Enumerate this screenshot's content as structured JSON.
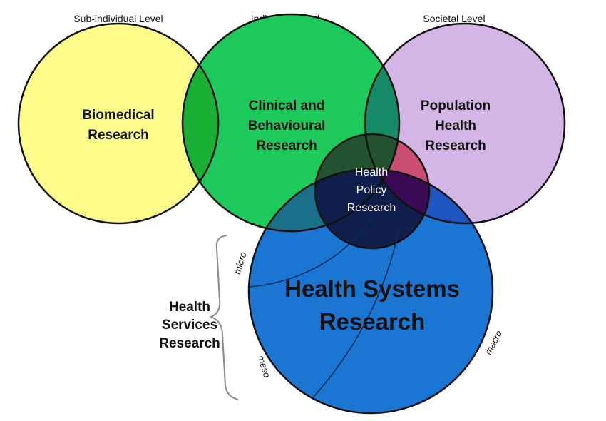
{
  "levels": {
    "sub_individual": "Sub-individual Level",
    "individual": "Individual Level",
    "societal": "Societal Level"
  },
  "circles": {
    "biomedical": {
      "line1": "Biomedical",
      "line2": "Research",
      "color": "#fdfb8a"
    },
    "clinical": {
      "line1": "Clinical and",
      "line2": "Behavioural",
      "line3": "Research",
      "color": "#1ec95c"
    },
    "population": {
      "line1": "Population",
      "line2": "Health",
      "line3": "Research",
      "color": "#d4b6e6"
    },
    "health_systems": {
      "line1": "Health Systems",
      "line2": "Research",
      "color": "#1a76d2"
    },
    "health_policy": {
      "line1": "Health",
      "line2": "Policy",
      "line3": "Research",
      "color": "#2a1450"
    }
  },
  "health_services": {
    "line1": "Health",
    "line2": "Services",
    "line3": "Research"
  },
  "arc_labels": {
    "micro": "micro",
    "meso": "meso",
    "macro": "macro"
  }
}
